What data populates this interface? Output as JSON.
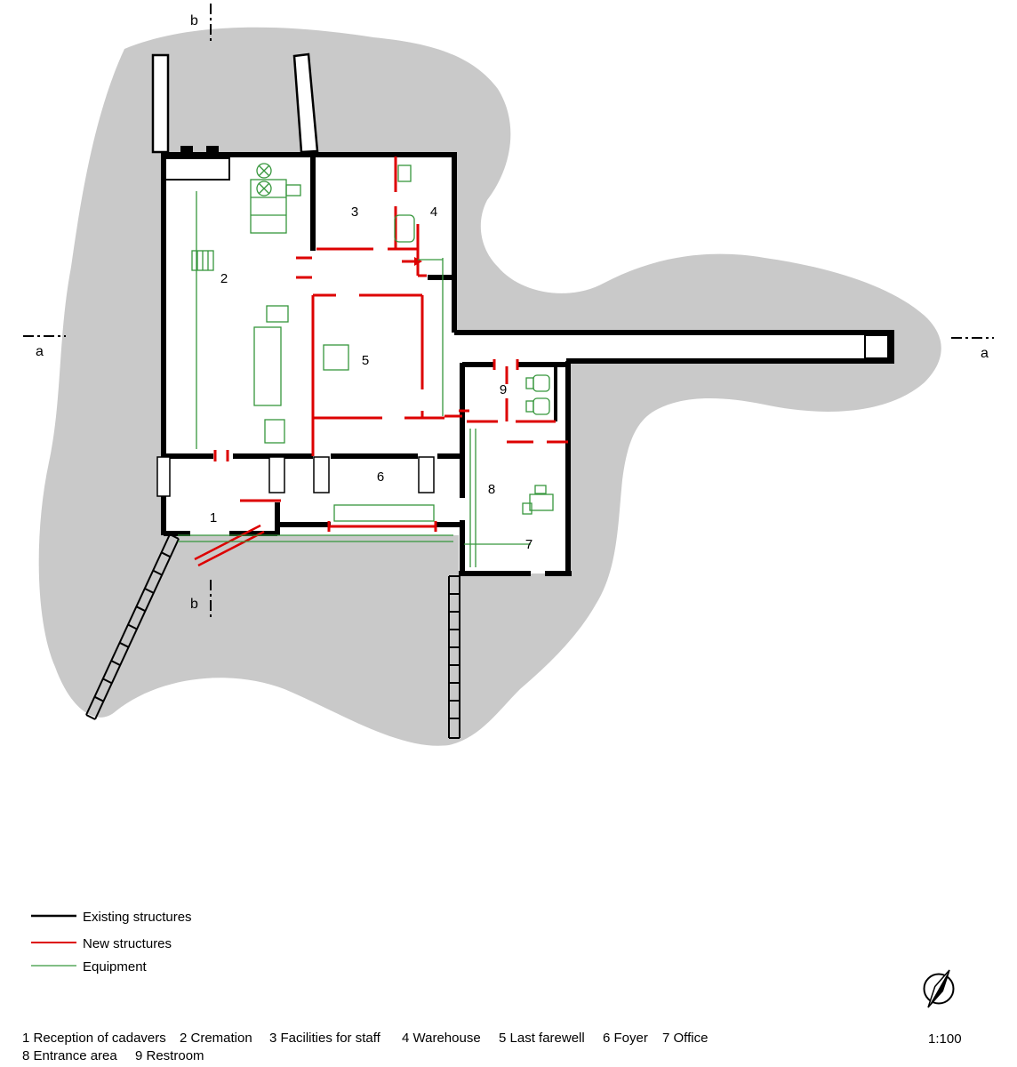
{
  "title": "Crematorium floor plan",
  "colors": {
    "existing": "#000000",
    "new": "#dd0000",
    "equipment": "#36963c",
    "site": "#c9c9c9"
  },
  "plan": {
    "rooms": [
      {
        "number": "1",
        "name": "Reception of cadavers"
      },
      {
        "number": "2",
        "name": "Cremation"
      },
      {
        "number": "3",
        "name": "Facilities for staff"
      },
      {
        "number": "4",
        "name": "Warehouse"
      },
      {
        "number": "5",
        "name": "Last farewell"
      },
      {
        "number": "6",
        "name": "Foyer"
      },
      {
        "number": "7",
        "name": "Office"
      },
      {
        "number": "8",
        "name": "Entrance area"
      },
      {
        "number": "9",
        "name": "Restroom"
      }
    ],
    "sections": {
      "b_top": "b",
      "b_bottom": "b",
      "a_left": "a",
      "a_right": "a"
    }
  },
  "legend": {
    "items": [
      {
        "label": "Existing structures",
        "color": "#000000"
      },
      {
        "label": "New structures",
        "color": "#dd0000"
      },
      {
        "label": "Equipment",
        "color": "#36963c"
      }
    ]
  },
  "scale_label": "1:100",
  "key": {
    "line1": [
      "1 Reception of cadavers",
      "2 Cremation",
      "3 Facilities for staff",
      "4 Warehouse",
      "5 Last farewell",
      "6 Foyer",
      "7 Office"
    ],
    "line2": [
      "8 Entrance area",
      "9 Restroom"
    ]
  }
}
